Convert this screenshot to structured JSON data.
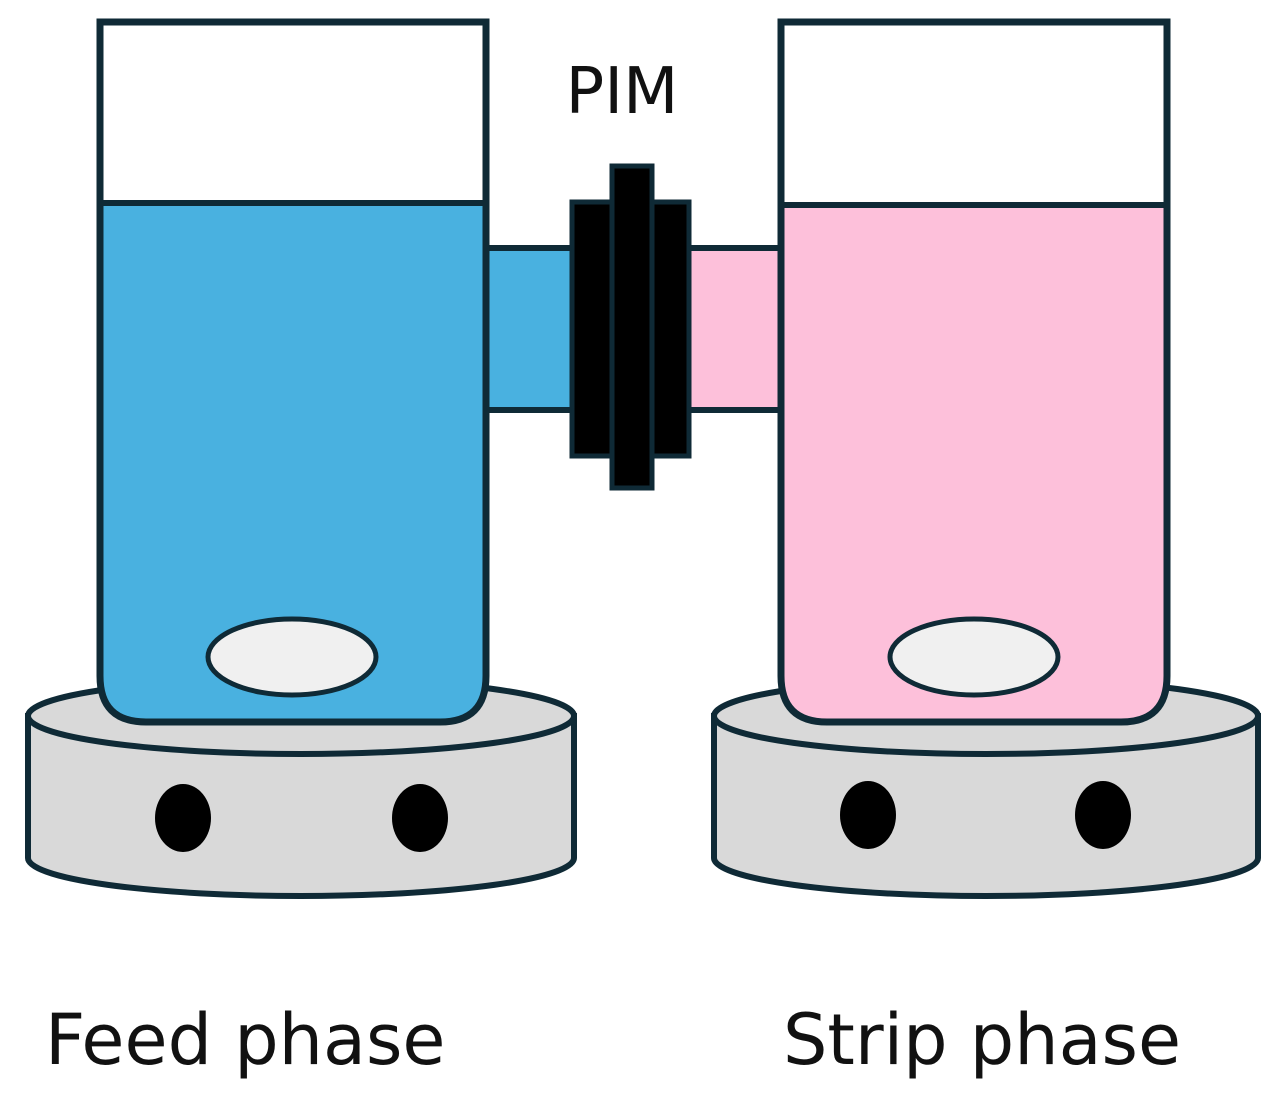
{
  "labels": {
    "membrane": "PIM",
    "left_cell": "Feed phase",
    "right_cell": "Strip phase"
  },
  "colors": {
    "outline": "#0f2a36",
    "feed_liquid": "#49b1e0",
    "strip_liquid": "#fdc0da",
    "stir_bar": "#f0f0f0",
    "stirrer_base": "#d9d9d9",
    "membrane_holder": "#000000",
    "background": "#ffffff"
  }
}
